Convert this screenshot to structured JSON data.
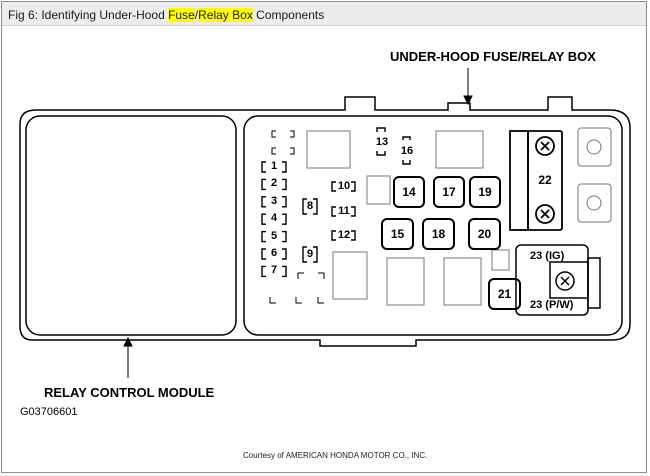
{
  "caption": {
    "prefix": "Fig 6: Identifying Under-Hood ",
    "highlight_1": "Fuse",
    "separator": "/",
    "highlight_2": "Relay Box",
    "suffix": " Components",
    "highlight_color": "#ffff00"
  },
  "labels": {
    "fuse_relay_box": "UNDER-HOOD FUSE/RELAY BOX",
    "relay_control_module": "RELAY CONTROL MODULE",
    "figure_code": "G03706601",
    "courtesy": "Courtesy of AMERICAN HONDA MOTOR CO., INC."
  },
  "fuses_left_column": [
    "1",
    "2",
    "3",
    "4",
    "5",
    "6",
    "7"
  ],
  "fuses_middle": {
    "f8": "8",
    "f9": "9",
    "f10": "10",
    "f11": "11",
    "f12": "12",
    "f13": "13",
    "f16": "16"
  },
  "relays": {
    "r14": "14",
    "r17": "17",
    "r19": "19",
    "r15": "15",
    "r18": "18",
    "r20": "20",
    "r21": "21",
    "r22": "22"
  },
  "relay_23": {
    "ig": "23 (IG)",
    "pw": "23 (P/W)"
  }
}
